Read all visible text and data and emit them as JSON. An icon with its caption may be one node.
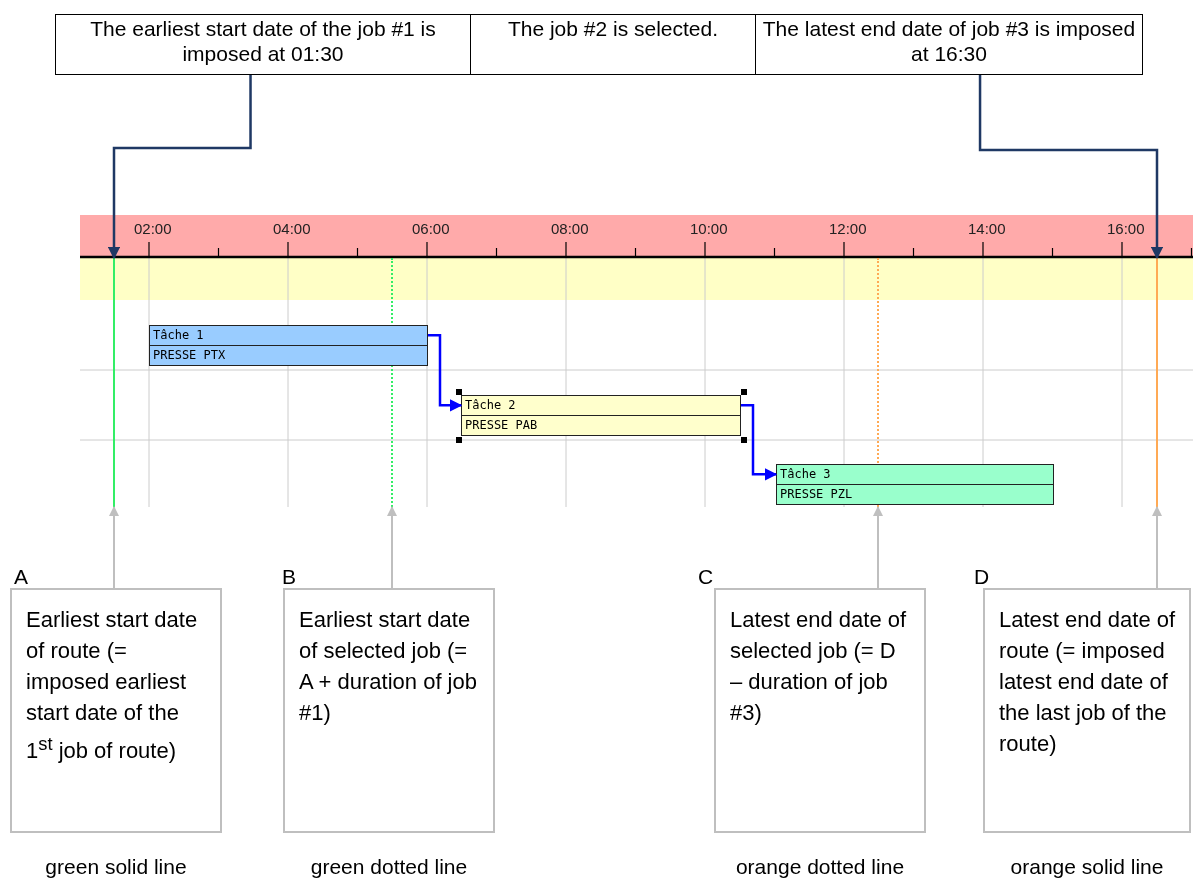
{
  "diagram": {
    "nodes": [
      {
        "text": [
          "The earliest start date of the job #1 is imposed at 01:30"
        ]
      },
      {
        "text": [
          "The job #2 is selected."
        ]
      },
      {
        "text": [
          "The latest end date of job #3 is imposed at 16:30"
        ]
      },
      {
        "text": [
          "Tâche 1",
          "PRESSE PTX"
        ]
      },
      {
        "text": [
          "Tâche 2",
          "PRESSE PAB"
        ]
      },
      {
        "text": [
          "Tâche 3",
          "PRESSE PZL"
        ]
      },
      {
        "text": [],
        "shape": "line"
      },
      {
        "text": [],
        "shape": "line"
      },
      {
        "text": [],
        "shape": "line"
      },
      {
        "text": [],
        "shape": "line"
      },
      {
        "text": [
          "A",
          "Earliest start date of route (= imposed earliest start date of the 1$^{st}$ job of route)"
        ],
        "beside": [
          "green solid line"
        ]
      },
      {
        "text": [
          "B",
          "Earliest start date of selected job (= A + duration of job #1)"
        ],
        "beside": [
          "green dotted line"
        ]
      },
      {
        "text": [
          "C",
          "Latest end date of selected job (= D – duration of job #3)"
        ],
        "beside": [
          "orange dotted line"
        ]
      },
      {
        "text": [
          "D",
          "Latest end date of route (= imposed latest end date of the last job of the route)"
        ],
        "beside": [
          "orange solid line"
        ]
      }
    ],
    "edges": [
      {
        "from": 0,
        "to": 6,
        "arrow": "to",
        "color": "#1f3864"
      },
      {
        "from": 2,
        "to": 9,
        "arrow": "to",
        "color": "#1f3864"
      },
      {
        "from": 3,
        "to": 4,
        "arrow": "to",
        "color": "#0000ff"
      },
      {
        "from": 4,
        "to": 5,
        "arrow": "to",
        "color": "#0000ff"
      },
      {
        "from": 10,
        "to": 6,
        "arrow": "to"
      },
      {
        "from": 11,
        "to": 7,
        "arrow": "to"
      },
      {
        "from": 12,
        "to": 8,
        "arrow": "to"
      },
      {
        "from": 13,
        "to": 9,
        "arrow": "to"
      }
    ],
    "labels": [
      "02:00",
      "04:00",
      "06:00",
      "08:00",
      "10:00",
      "12:00",
      "14:00",
      "16:00"
    ]
  }
}
